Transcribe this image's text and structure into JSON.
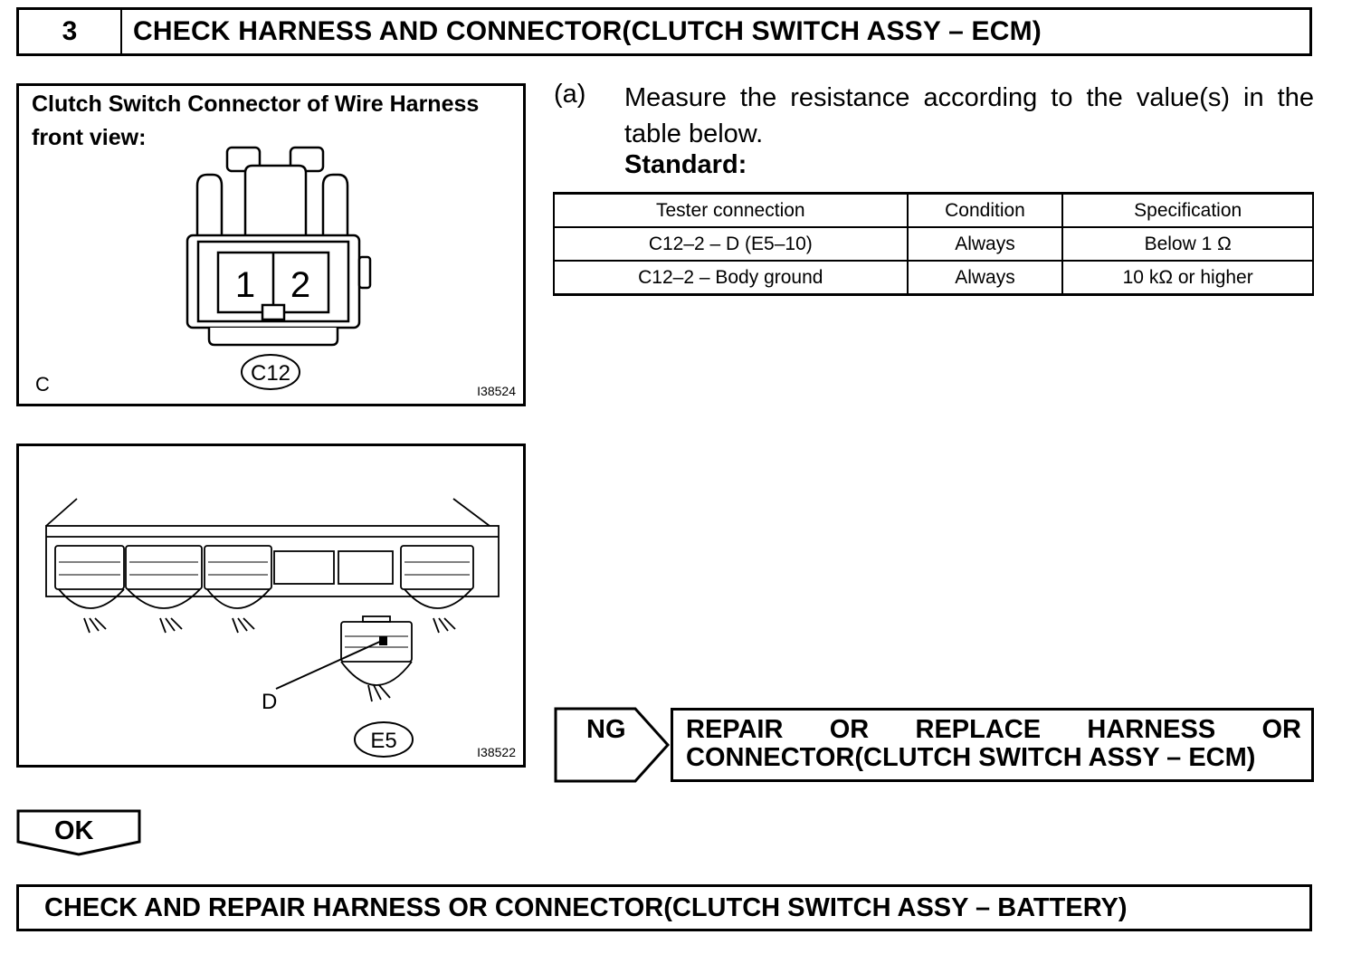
{
  "step": {
    "number": "3",
    "title": "CHECK HARNESS AND CONNECTOR(CLUTCH SWITCH ASSY – ECM)"
  },
  "figure_1": {
    "caption": "Clutch Switch Connector of Wire Harness front view:",
    "pin_1": "1",
    "pin_2": "2",
    "connector_id": "C12",
    "corner_letter": "C",
    "code": "I38524"
  },
  "figure_2": {
    "pointer_label": "D",
    "connector_id": "E5",
    "code": "I38522"
  },
  "instruction": {
    "index": "(a)",
    "text": "Measure the resistance according to the value(s) in the table below.",
    "standard_label": "Standard:"
  },
  "table": {
    "headers": [
      "Tester connection",
      "Condition",
      "Specification"
    ],
    "rows": [
      [
        "C12–2 – D (E5–10)",
        "Always",
        "Below 1 Ω"
      ],
      [
        "C12–2 – Body ground",
        "Always",
        "10 kΩ or higher"
      ]
    ]
  },
  "ng": {
    "label": "NG",
    "action": "REPAIR OR REPLACE HARNESS OR CONNECTOR(CLUTCH SWITCH ASSY – ECM)"
  },
  "ok": {
    "label": "OK"
  },
  "final_step": {
    "text": "CHECK AND REPAIR HARNESS OR CONNECTOR(CLUTCH SWITCH ASSY – BATTERY)"
  }
}
